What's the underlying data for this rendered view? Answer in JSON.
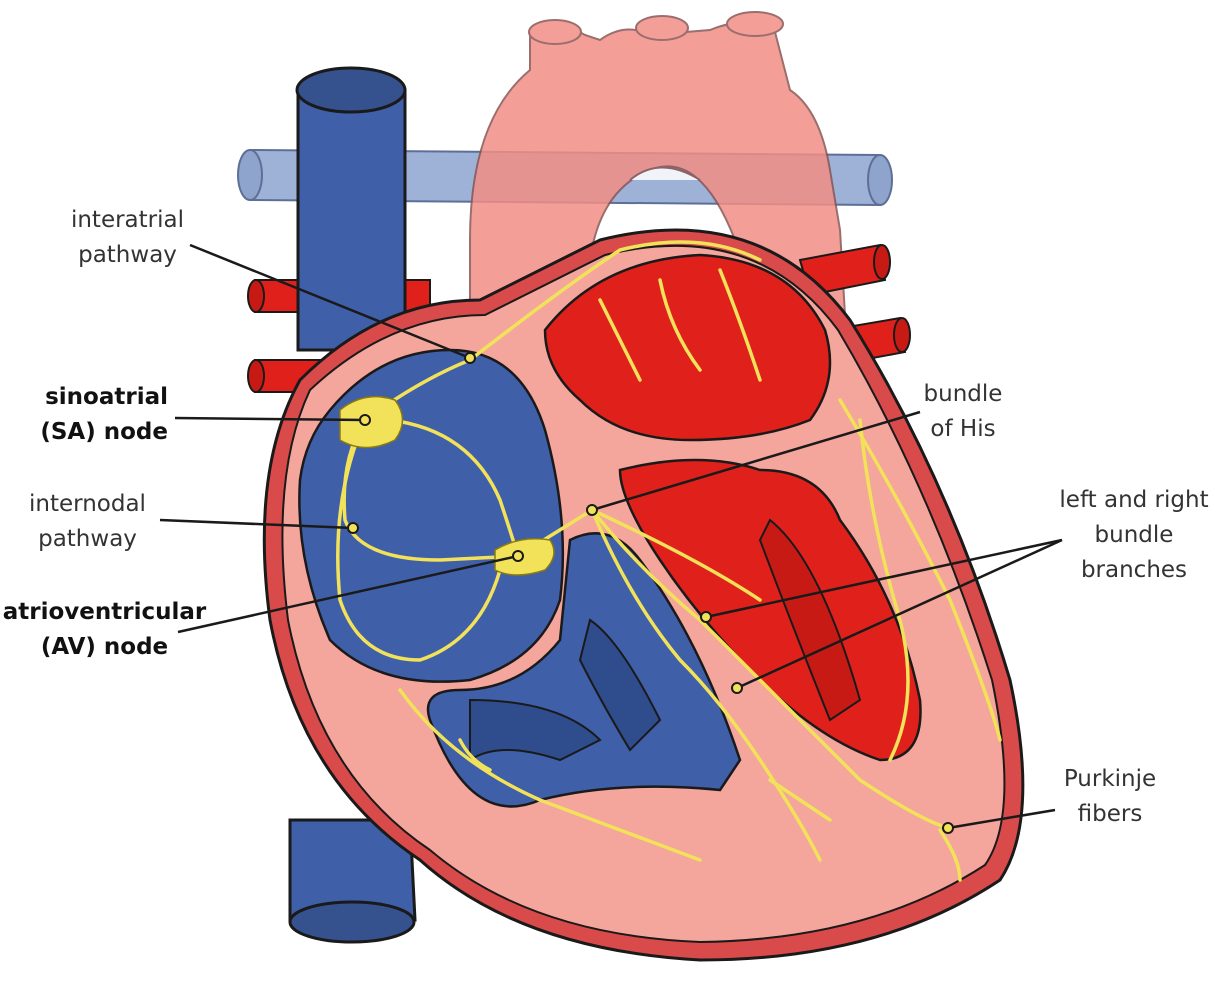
{
  "labels": {
    "interatrial": {
      "line1": "interatrial",
      "line2": "pathway"
    },
    "sa_node": {
      "line1": "sinoatrial",
      "line2": "(SA) node"
    },
    "internodal": {
      "line1": "internodal",
      "line2": "pathway"
    },
    "av_node": {
      "line1": "atrioventricular",
      "line2": "(AV) node"
    },
    "bundle_his": {
      "line1": "bundle",
      "line2": "of His"
    },
    "bundle_branches": {
      "line1": "left and right",
      "line2": "bundle",
      "line3": "branches"
    },
    "purkinje": {
      "line1": "Purkinje",
      "line2": "fibers"
    }
  },
  "colors": {
    "vein_blue": "#3f5fa8",
    "artery_red": "#e0211b",
    "aorta_pink": "#f28e86",
    "muscle_pink": "#f4a59c",
    "epicardium_red": "#d94a4a",
    "conduction_yellow": "#f2e25a",
    "outline": "#1a1a1a"
  }
}
